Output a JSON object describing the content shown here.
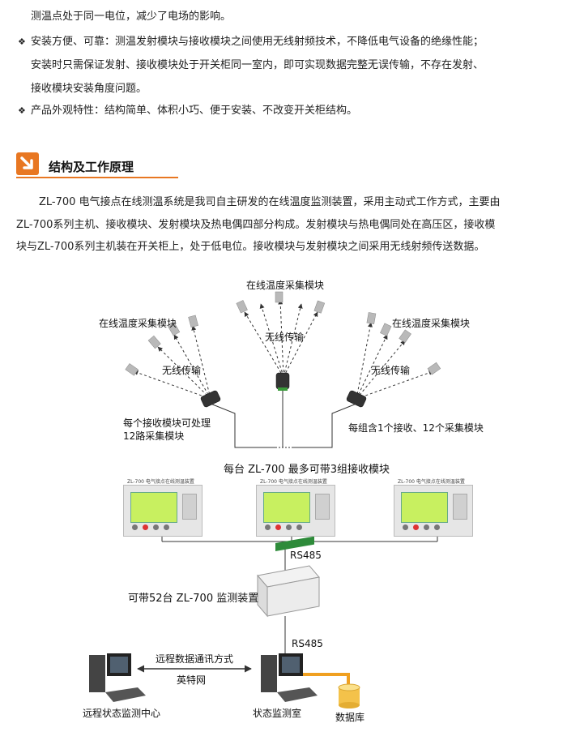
{
  "intro": {
    "line0": "测温点处于同一电位，减少了电场的影响。",
    "bullets": [
      {
        "lines": [
          "安装方便、可靠：测温发射模块与接收模块之间使用无线射频技术，不降低电气设备的绝缘性能；",
          "安装时只需保证发射、接收模块处于开关柜同一室内，即可实现数据完整无误传输，不存在发射、",
          "接收模块安装角度问题。"
        ]
      },
      {
        "lines": [
          "产品外观特性：结构简单、体积小巧、便于安装、不改变开关柜结构。"
        ]
      }
    ],
    "bullet_symbol": "❖"
  },
  "section": {
    "title": "结构及工作原理",
    "accent_color": "#e87722",
    "paragraph_lines": [
      "ZL-700 电气接点在线测温系统是我司自主研发的在线温度监测装置，采用主动式工作方式，主要由",
      "ZL-700系列主机、接收模块、发射模块及热电偶四部分构成。发射模块与热电偶同处在高压区，接收模",
      "块与ZL-700系列主机装在开关柜上，处于低电位。接收模块与发射模块之间采用无线射频传送数据。"
    ]
  },
  "diagram": {
    "label_collect_top": "在线温度采集模块",
    "label_collect_left": "在线温度采集模块",
    "label_collect_right": "在线温度采集模块",
    "label_wireless_center": "无线传输",
    "label_wireless_left": "无线传输",
    "label_wireless_right": "无线传输",
    "label_receiver_left_1": "每个接收模块可处理",
    "label_receiver_left_2": "12路采集模块",
    "label_receiver_right": "每组含1个接收、12个采集模块",
    "label_host": "每台 ZL-700  最多可带3组接收模块",
    "label_rs485_1": "RS485",
    "label_device": "可带52台 ZL-700 监测装置",
    "label_rs485_2": "RS485",
    "label_remote_comm": "远程数据通讯方式",
    "label_internet": "英特网",
    "label_remote_center": "远程状态监测中心",
    "label_status_room": "状态监测室",
    "label_database": "数据库"
  }
}
